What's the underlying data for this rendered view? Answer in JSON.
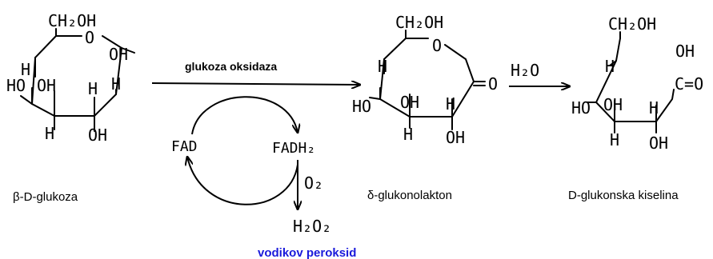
{
  "enzyme_label": "glukoza oksidaza",
  "water_label": "H₂O",
  "cofactor": {
    "fad": "FAD",
    "fadh2": "FADH₂",
    "oxygen": "O₂",
    "peroxide": "H₂O₂"
  },
  "peroxide_name": "vodikov peroksid",
  "peroxide_name_color": "#1a1adb",
  "molecules": {
    "glucose": {
      "name": "β-D-glukoza",
      "atoms": {
        "ch2oh": "CH₂OH",
        "ring_o": "O",
        "oh_c1": "OH",
        "h_c5": "H",
        "h_c1": "H",
        "ho_c4": "HO",
        "oh_c3": "OH",
        "h_c2": "H",
        "h_c4": "H",
        "oh_c2": "OH"
      }
    },
    "lactone": {
      "name": "δ-glukonolakton",
      "atoms": {
        "ch2oh": "CH₂OH",
        "ring_o": "O",
        "carbonyl_o": "O",
        "h_c5": "H",
        "ho_c4": "HO",
        "oh_c3": "OH",
        "h_c2": "H",
        "h_c4": "H",
        "oh_c2": "OH"
      }
    },
    "acid": {
      "name": "D-glukonska kiselina",
      "atoms": {
        "ch2oh": "CH₂OH",
        "oh_top": "OH",
        "h_c5": "H",
        "carbonyl": "C=O",
        "ho_c4": "HO",
        "oh_c3": "OH",
        "h_c2": "H",
        "h_c4": "H",
        "oh_c2": "OH"
      }
    }
  }
}
